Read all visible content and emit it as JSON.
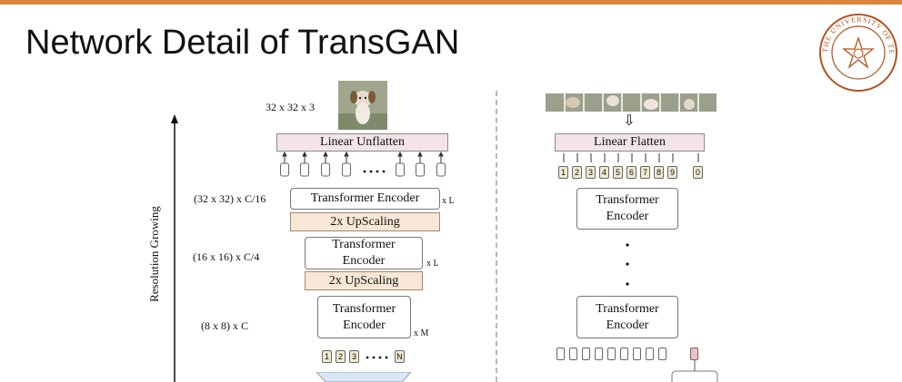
{
  "slide": {
    "title": "Network Detail of TransGAN",
    "accent_color": "#d9843b",
    "logo": "university-of-texas-at-austin-seal",
    "logo_text": "THE UNIVERSITY OF TEXAS AT AUSTIN"
  },
  "generator": {
    "axis_label": "Resolution Growing",
    "output_label": "32 x 32 x 3",
    "linear_unflatten": "Linear Unflatten",
    "stage1": {
      "size_label": "(32 x 32) x C/16",
      "encoder": "Transformer Encoder",
      "repeat": "x L",
      "upscale": "2x UpScaling"
    },
    "stage2": {
      "size_label": "(16 x 16) x C/4",
      "encoder_line1": "Transformer",
      "encoder_line2": "Encoder",
      "repeat": "x L",
      "upscale": "2x UpScaling"
    },
    "stage3": {
      "size_label": "(8 x 8) x C",
      "encoder_line1": "Transformer",
      "encoder_line2": "Encoder",
      "repeat": "x M"
    },
    "tokens": [
      "1",
      "2",
      "3",
      "N"
    ],
    "ellipsis": ". . . . ."
  },
  "discriminator": {
    "linear_flatten": "Linear Flatten",
    "tokens": [
      "1",
      "2",
      "3",
      "4",
      "5",
      "6",
      "7",
      "8",
      "9",
      "0"
    ],
    "encoder_top_line1": "Transformer",
    "encoder_top_line2": "Encoder",
    "encoder_bottom_line1": "Transformer",
    "encoder_bottom_line2": "Encoder",
    "arrow_glyph": "⇩"
  }
}
